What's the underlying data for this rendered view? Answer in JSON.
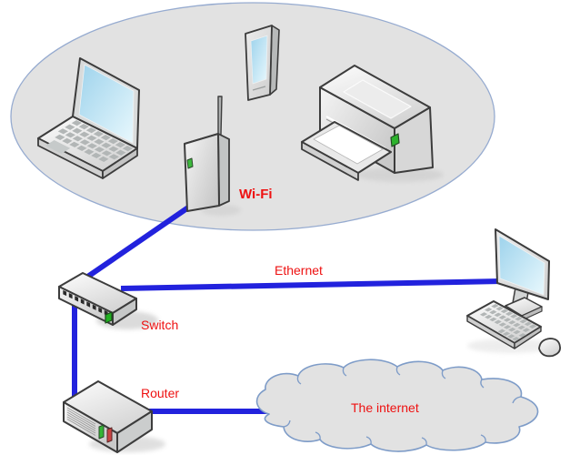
{
  "diagram": {
    "labels": {
      "wifi": "Wi-Fi",
      "ethernet": "Ethernet",
      "switch": "Switch",
      "router": "Router",
      "internet": "The internet"
    },
    "colors": {
      "connection_blue": "#2222dd",
      "label_red": "#ee1111",
      "zone_fill": "#e2e2e2",
      "zone_border": "#96abd0",
      "cloud_fill": "#e2e2e2",
      "cloud_border": "#7e9cc8",
      "screen_blue": "#9ed3ec",
      "led_green": "#2db32d",
      "led_red": "#c94444"
    },
    "nodes": [
      "laptop",
      "tablet",
      "printer",
      "wifi-access-point",
      "switch",
      "router",
      "desktop-computer",
      "internet-cloud"
    ],
    "connections": [
      {
        "from": "wifi-access-point",
        "to": "switch",
        "label": "Wi-Fi"
      },
      {
        "from": "switch",
        "to": "desktop-computer",
        "label": "Ethernet"
      },
      {
        "from": "switch",
        "to": "router",
        "label": ""
      },
      {
        "from": "router",
        "to": "internet-cloud",
        "label": "The internet"
      }
    ]
  }
}
